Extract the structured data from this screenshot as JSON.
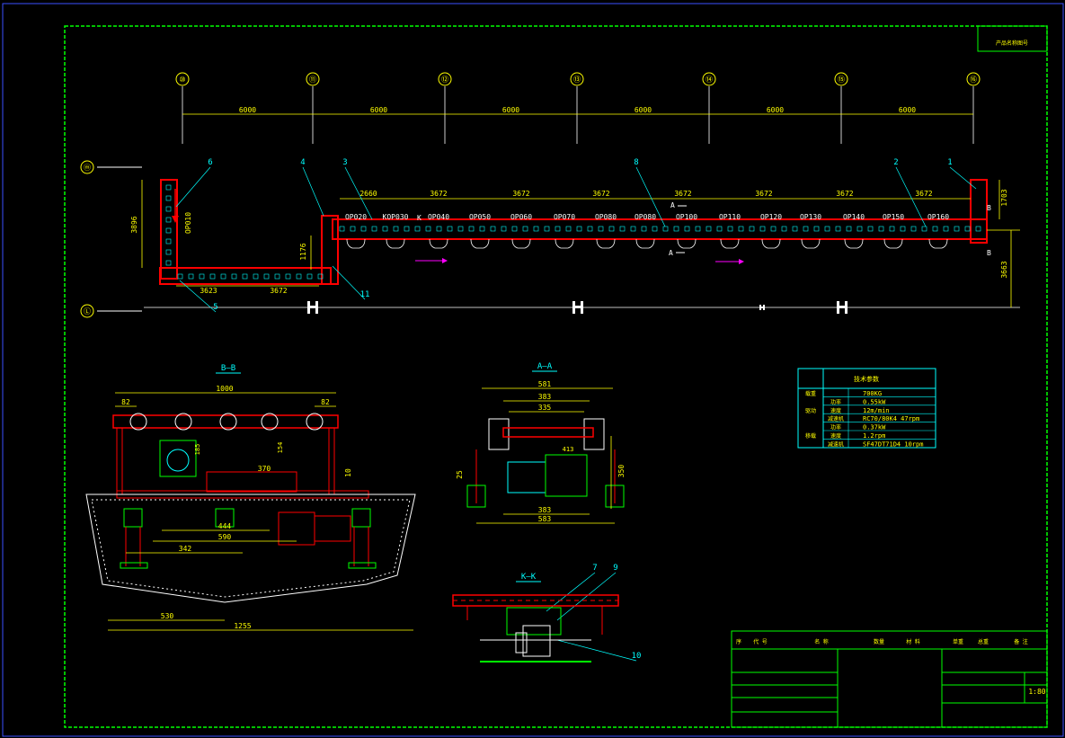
{
  "drawing": {
    "grid_axes": [
      "⑩",
      "⑪",
      "⑫",
      "⑬",
      "⑭",
      "⑮",
      "⑯"
    ],
    "row_axes": [
      "ⓜ",
      "Ⓛ"
    ],
    "span_dims": [
      "6000",
      "6000",
      "6000",
      "6000",
      "6000",
      "6000"
    ],
    "station_labels": [
      "OP020",
      "KOP030",
      "OP040",
      "OP050",
      "OP060",
      "OP070",
      "OP080",
      "OP080",
      "OP100",
      "OP110",
      "OP120",
      "OP130",
      "OP140",
      "OP150",
      "OP160"
    ],
    "segment_dims": [
      "2660",
      "3672",
      "3672",
      "3672",
      "3672",
      "3672",
      "3672",
      "3672"
    ],
    "misc_dims": {
      "left_vert": "3896",
      "left_bottom_a": "3623",
      "left_bottom_b": "3672",
      "mid_vert": "1176",
      "right_vert": "1703",
      "right_side": "3663"
    },
    "station_vertical": "OP010",
    "balloons": [
      "6",
      "4",
      "3",
      "8",
      "2",
      "1",
      "5",
      "11",
      "7",
      "9",
      "10"
    ],
    "section_marks": {
      "a": "A",
      "b": "B",
      "k": "K"
    },
    "section_titles": {
      "bb": "B—B",
      "aa": "A—A",
      "kk": "K—K"
    },
    "bb_dims": {
      "width": "1000",
      "left": "82",
      "right": "82",
      "d185": "185",
      "d370": "370",
      "d444": "444",
      "d590": "590",
      "d342": "342",
      "d10": "10",
      "d530": "530",
      "d1255": "1255",
      "d154": "154"
    },
    "aa_dims": {
      "w581": "581",
      "w383": "383",
      "w335": "335",
      "w413": "413",
      "h350": "350",
      "d25": "25",
      "b383": "383",
      "b583": "583"
    },
    "spec_table": {
      "header": "技术参数",
      "rows": [
        {
          "a": "载重",
          "b": "",
          "c": "700KG"
        },
        {
          "a": "",
          "b": "功率",
          "c": "0.55kW"
        },
        {
          "a": "驱动",
          "b": "速度",
          "c": "12m/min"
        },
        {
          "a": "",
          "b": "减速机",
          "c": "RC70/80K4  47rpm"
        },
        {
          "a": "",
          "b": "功率",
          "c": "0.37kW"
        },
        {
          "a": "移载",
          "b": "速度",
          "c": "1.2rpm"
        },
        {
          "a": "",
          "b": "减速机",
          "c": "SF47DT71D4  10rpm"
        }
      ]
    },
    "title_block": {
      "scale": "1:80",
      "header_cols": [
        "序",
        "代  号",
        "名    称",
        "数量",
        "材  料",
        "单重",
        "总重",
        "备  注"
      ],
      "top_right": "产品名称图号"
    },
    "colors": {
      "frame": "#00ff00",
      "dims": "#ffff00",
      "rail": "#ff0000",
      "axis": "#ffffff",
      "balloon": "#00ffff",
      "arrow": "#ff00ff"
    }
  }
}
